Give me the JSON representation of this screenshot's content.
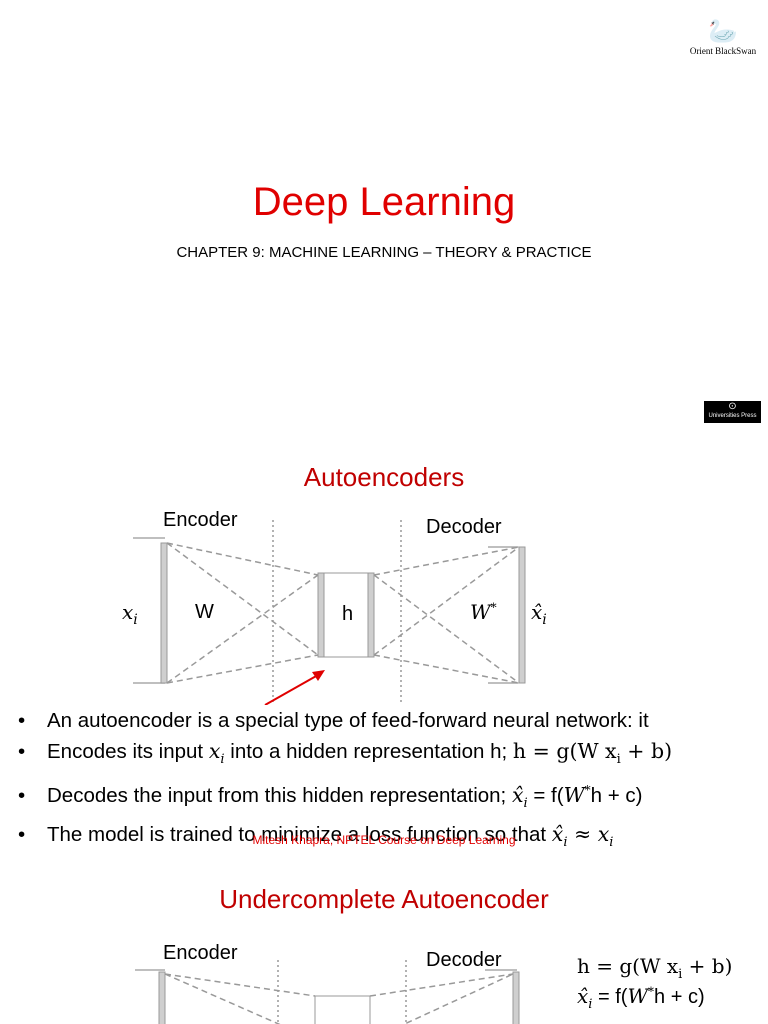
{
  "slide1": {
    "publisher": "Orient BlackSwan",
    "title": "Deep Learning",
    "subtitle": "CHAPTER 9: MACHINE LEARNING – THEORY & PRACTICE",
    "badge": "Universities Press"
  },
  "slide2": {
    "title": "Autoencoders",
    "diagram": {
      "encoder": "Encoder",
      "decoder": "Decoder",
      "input": "x",
      "input_sub": "i",
      "weight": "W",
      "hidden": "h",
      "decoder_weight": "W",
      "decoder_weight_sup": "*",
      "output": "x̂",
      "output_sub": "i"
    },
    "bullets": [
      {
        "pre": "An autoencoder is a special type of feed-forward neural network: it"
      },
      {
        "pre": "Encodes its input ",
        "var": "x",
        "var_sub": "i",
        "mid": " into a hidden representation h; ",
        "eq": "h = g(W x",
        "eq_sub": "i",
        "eq_post": " + b)"
      },
      {
        "pre": "Decodes the input from this hidden representation; ",
        "var": "x̂",
        "var_sub": "i",
        "mid": " = f(",
        "w": "W",
        "w_sup": "*",
        "post": "h + c)"
      },
      {
        "pre": "The model is trained to minimize a loss function so that ",
        "var": "x̂",
        "var_sub": "i",
        "mid": " ≈  ",
        "var2": "x",
        "var2_sub": "i"
      }
    ],
    "citation": "Mitesh Khapra, NPTEL Course on Deep Learning"
  },
  "slide3": {
    "title": "Undercomplete Autoencoder",
    "encoder": "Encoder",
    "decoder": "Decoder",
    "eq1": "h = g(W x",
    "eq1_sub": "i",
    "eq1_post": " + b)",
    "eq2_var": "x̂",
    "eq2_sub": "i",
    "eq2_mid": " = f(",
    "eq2_w": "W",
    "eq2_w_sup": "*",
    "eq2_post": "h + c)"
  }
}
